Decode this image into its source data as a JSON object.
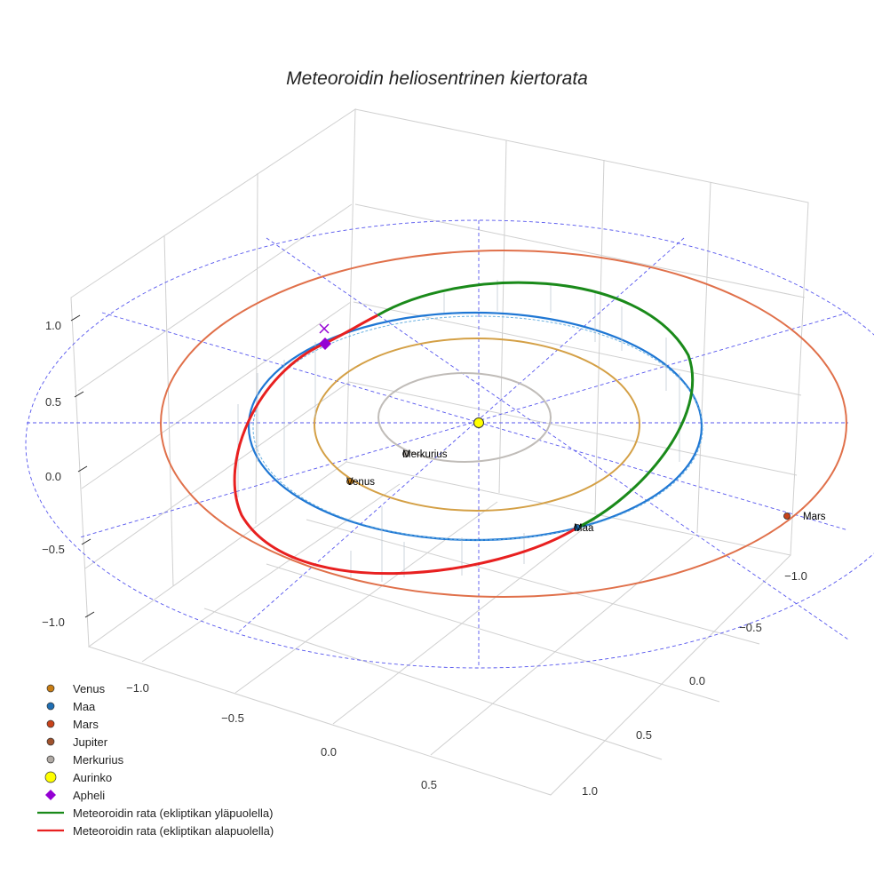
{
  "chart_data": {
    "type": "scatter",
    "projection": "3d",
    "title": "Meteoroidin heliosentrinen kiertorata",
    "axes": {
      "x_ticks": [
        "−1.0",
        "−0.5",
        "0.0",
        "0.5"
      ],
      "y_ticks": [
        "−1.0",
        "−0.5",
        "0.0",
        "0.5",
        "1.0"
      ],
      "z_ticks": [
        "1.0",
        "0.5",
        "0.0",
        "−0.5",
        "−1.0"
      ],
      "grid": true
    },
    "orbits": [
      {
        "name": "Merkurius",
        "radius_au": 0.39,
        "color": "#c0bcb8"
      },
      {
        "name": "Venus",
        "radius_au": 0.72,
        "color": "#d4a046"
      },
      {
        "name": "Maa",
        "radius_au": 1.0,
        "color": "#1f77d4"
      },
      {
        "name": "Mars",
        "radius_au": 1.52,
        "color": "#e0704a"
      }
    ],
    "planet_labels": [
      {
        "name": "Merkurius",
        "color": "#b0aaa5"
      },
      {
        "name": "Venus",
        "color": "#c87d14"
      },
      {
        "name": "Maa",
        "color": "#1f6fb4"
      },
      {
        "name": "Mars",
        "color": "#c8421a"
      }
    ],
    "legend": {
      "placement": "bottom-left",
      "entries": [
        {
          "label": "Venus",
          "marker": "circle",
          "color": "#c87d14"
        },
        {
          "label": "Maa",
          "marker": "circle",
          "color": "#1f6fb4"
        },
        {
          "label": "Mars",
          "marker": "circle",
          "color": "#c8421a"
        },
        {
          "label": "Jupiter",
          "marker": "circle",
          "color": "#a0522d"
        },
        {
          "label": "Merkurius",
          "marker": "circle",
          "color": "#b0aaa5"
        },
        {
          "label": "Aurinko",
          "marker": "circle-large",
          "color": "#ffff00"
        },
        {
          "label": "Apheli",
          "marker": "diamond",
          "color": "#9400d3"
        },
        {
          "label": "Meteoroidin rata (ekliptikan yläpuolella)",
          "marker": "line",
          "color": "#1a8a1a"
        },
        {
          "label": "Meteoroidin rata (ekliptikan alapuolella)",
          "marker": "line",
          "color": "#e82020"
        }
      ]
    }
  }
}
